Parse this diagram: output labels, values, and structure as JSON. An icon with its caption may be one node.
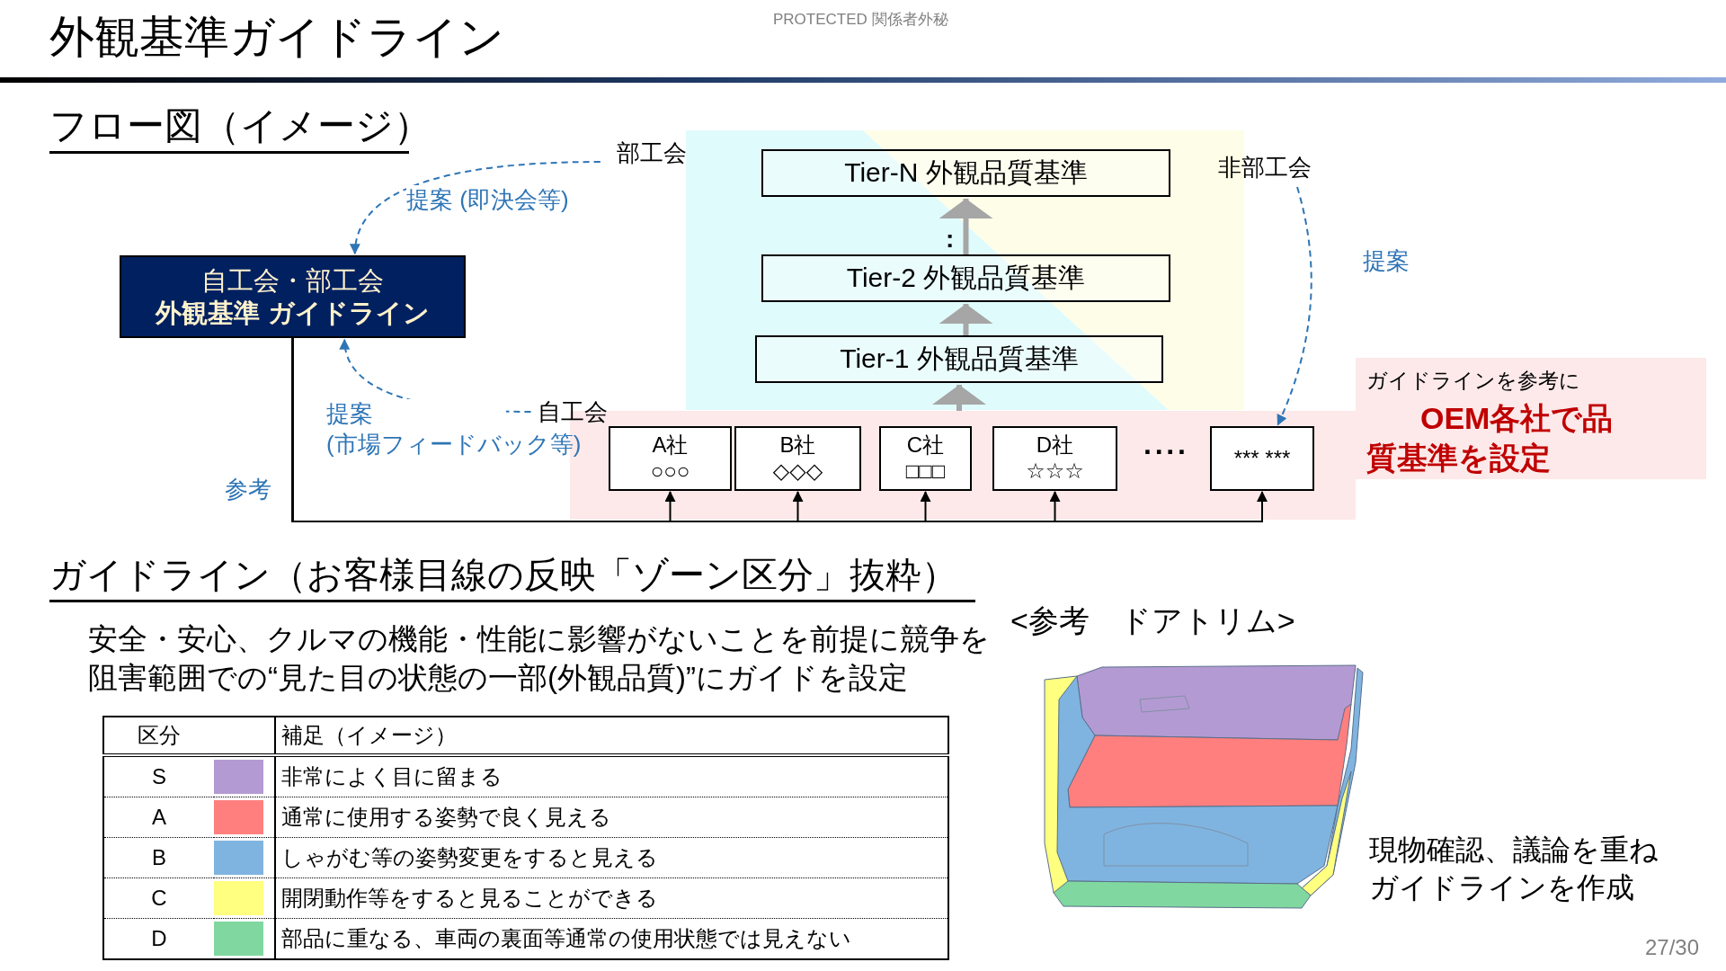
{
  "diagram": {
    "title": "外観基準ガイドライン",
    "nodes": [
      {
        "text": [
          "部工会"
        ]
      },
      {
        "text": [
          "Tier-N 外観品質基準"
        ]
      },
      {
        "text": [
          "非部工会"
        ]
      },
      {
        "text": [
          "自工会・部工会",
          "外観基準 ガイドライン"
        ]
      },
      {
        "text": [
          "Tier-2 外観品質基準"
        ]
      },
      {
        "text": [
          "Tier-1 外観品質基準"
        ]
      },
      {
        "text": [
          "ガイドラインを参考に",
          "OEM各社で品質基準を設定"
        ]
      },
      {
        "text": [
          "自工会"
        ]
      },
      {
        "text": [],
        "shape": "band"
      },
      {
        "text": [
          "A社 ○○○"
        ],
        "in": 8
      },
      {
        "text": [
          "B社 ◇◇◇"
        ],
        "in": 8
      },
      {
        "text": [
          "C社 □□□"
        ],
        "in": 8
      },
      {
        "text": [
          "D社 ☆☆☆"
        ],
        "in": 8
      },
      {
        "text": [
          "*** ***"
        ],
        "in": 8
      }
    ],
    "edges": [
      {
        "from": 0,
        "to": 3,
        "arrow": "to",
        "label": "提案 (即決会等)",
        "style": "dashed",
        "color": "#2e75b6"
      },
      {
        "from": 4,
        "to": 1,
        "arrow": "to",
        "style": "thick",
        "color": "#a6a6a6"
      },
      {
        "from": 5,
        "to": 4,
        "arrow": "to",
        "style": "thick",
        "color": "#a6a6a6"
      },
      {
        "from": 2,
        "to": 13,
        "arrow": "to",
        "label": "提案",
        "style": "dashed",
        "color": "#2e75b6"
      },
      {
        "from": 7,
        "to": 3,
        "arrow": "to",
        "label": "提案 (市場フィードバック等)",
        "style": "dashed",
        "color": "#2e75b6"
      },
      {
        "from": 8,
        "to": 5,
        "arrow": "to",
        "style": "thick",
        "color": "#a6a6a6"
      },
      {
        "from": 3,
        "to": 9,
        "arrow": "to",
        "label": "参考"
      },
      {
        "from": 3,
        "to": 10,
        "arrow": "to"
      },
      {
        "from": 3,
        "to": 11,
        "arrow": "to"
      },
      {
        "from": 3,
        "to": 12,
        "arrow": "to"
      },
      {
        "from": 3,
        "to": 13,
        "arrow": "to"
      }
    ],
    "labels": [
      "PROTECTED 関係者外秘",
      "フロー図（イメージ）",
      ":",
      "····",
      "ガイドライン（お客様目線の反映「ゾーン区分」抜粋）",
      "安全・安心、クルマの機能・性能に影響がないことを前提に競争を阻害範囲での“見た目の状態の一部(外観品質)”にガイドを設定",
      "区分",
      "補足（イメージ）",
      "非常によく目に留まる",
      "通常に使用する姿勢で良く見える",
      "しゃがむ等の姿勢変更をすると見える",
      "開閉動作等をすると見ることができる",
      "部品に重なる、車両の裏面等通常の使用状態では見えない",
      "<参考　ドアトリム>",
      "現物確認、議論を重ねガイドラインを作成",
      "27/30"
    ],
    "legend": [
      {
        "text": "S",
        "color": "#b49ad2"
      },
      {
        "text": "A",
        "color": "#ff7f7f"
      },
      {
        "text": "B",
        "color": "#7fb4e0"
      },
      {
        "text": "C",
        "color": "#ffff80"
      },
      {
        "text": "D",
        "color": "#80d8a0"
      }
    ]
  }
}
